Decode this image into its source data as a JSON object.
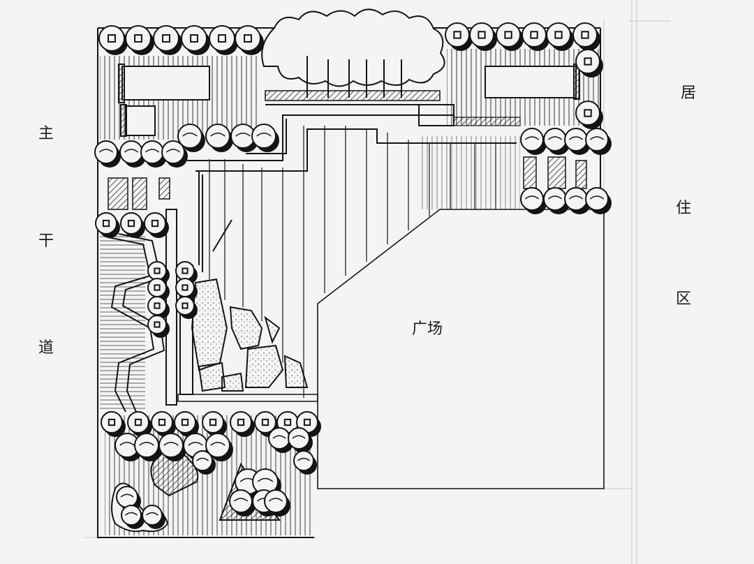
{
  "labels": {
    "main_road": [
      "主",
      "干",
      "道"
    ],
    "residential": [
      "居",
      "住",
      "区"
    ],
    "site_note": "广场"
  },
  "colors": {
    "paper": "#f4f4f2",
    "ink": "#141414",
    "guide": "#c9c9c6"
  },
  "icons": {
    "tree": "tree-canopy-icon",
    "shrub": "shrub-cluster-icon",
    "paving": "stone-paving-icon"
  }
}
